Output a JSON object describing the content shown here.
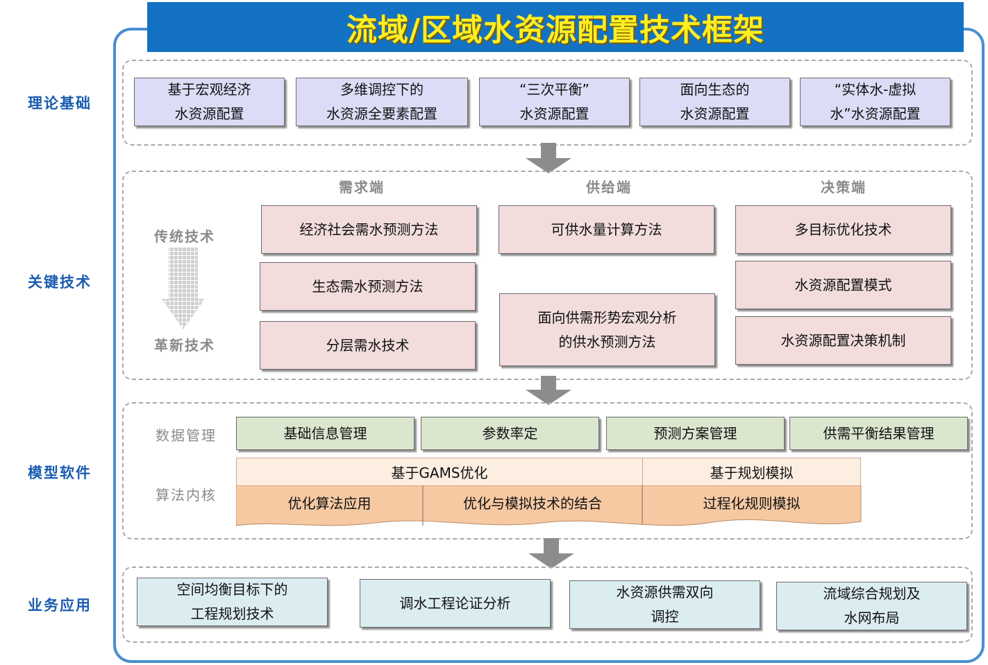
{
  "title": "流域/区域水资源配置技术框架",
  "rows": {
    "theory": "理论基础",
    "key": "关键技术",
    "model": "模型软件",
    "business": "业务应用"
  },
  "theory_boxes": [
    {
      "line1": "基于宏观经济",
      "line2": "水资源配置"
    },
    {
      "line1": "多维调控下的",
      "line2": "水资源全要素配置"
    },
    {
      "line1": "“三次平衡”",
      "line2": "水资源配置"
    },
    {
      "line1": "面向生态的",
      "line2": "水资源配置"
    },
    {
      "line1": "“实体水-虚拟",
      "line2": "水”水资源配置"
    }
  ],
  "key": {
    "col_demand": "需求端",
    "col_supply": "供给端",
    "col_decision": "决策端",
    "traditional": "传统技术",
    "innovative": "革新技术",
    "demand": [
      "经济社会需水预测方法",
      "生态需水预测方法",
      "分层需水技术"
    ],
    "supply": [
      "可供水量计算方法",
      "面向供需形势宏观分析",
      "的供水预测方法"
    ],
    "decision": [
      "多目标优化技术",
      "水资源配置模式",
      "水资源配置决策机制"
    ]
  },
  "model": {
    "data_mgmt": "数据管理",
    "algo_core": "算法内核",
    "data_boxes": [
      "基础信息管理",
      "参数率定",
      "预测方案管理",
      "供需平衡结果管理"
    ],
    "gams": "基于GAMS优化",
    "planning": "基于规划模拟",
    "algo_boxes": [
      "优化算法应用",
      "优化与模拟技术的结合",
      "过程化规则模拟"
    ]
  },
  "business_boxes": [
    {
      "line1": "空间均衡目标下的",
      "line2": "工程规划技术"
    },
    {
      "line1": "调水工程论证分析",
      "line2": ""
    },
    {
      "line1": "水资源供需双向",
      "line2": "调控"
    },
    {
      "line1": "流域综合规划及",
      "line2": "水网布局"
    }
  ],
  "colors": {
    "title_bg": "#1472c4",
    "title_text": "#ffee22",
    "frame": "#4a8ed0",
    "row_label": "#1a5cb0",
    "theory_box": "#dcdcf7",
    "key_box": "#f2dcdc",
    "data_box": "#dbe6cf",
    "algo_header": "#fdeee2",
    "algo_box": "#f6c9a3",
    "business_box": "#dcedf2"
  }
}
